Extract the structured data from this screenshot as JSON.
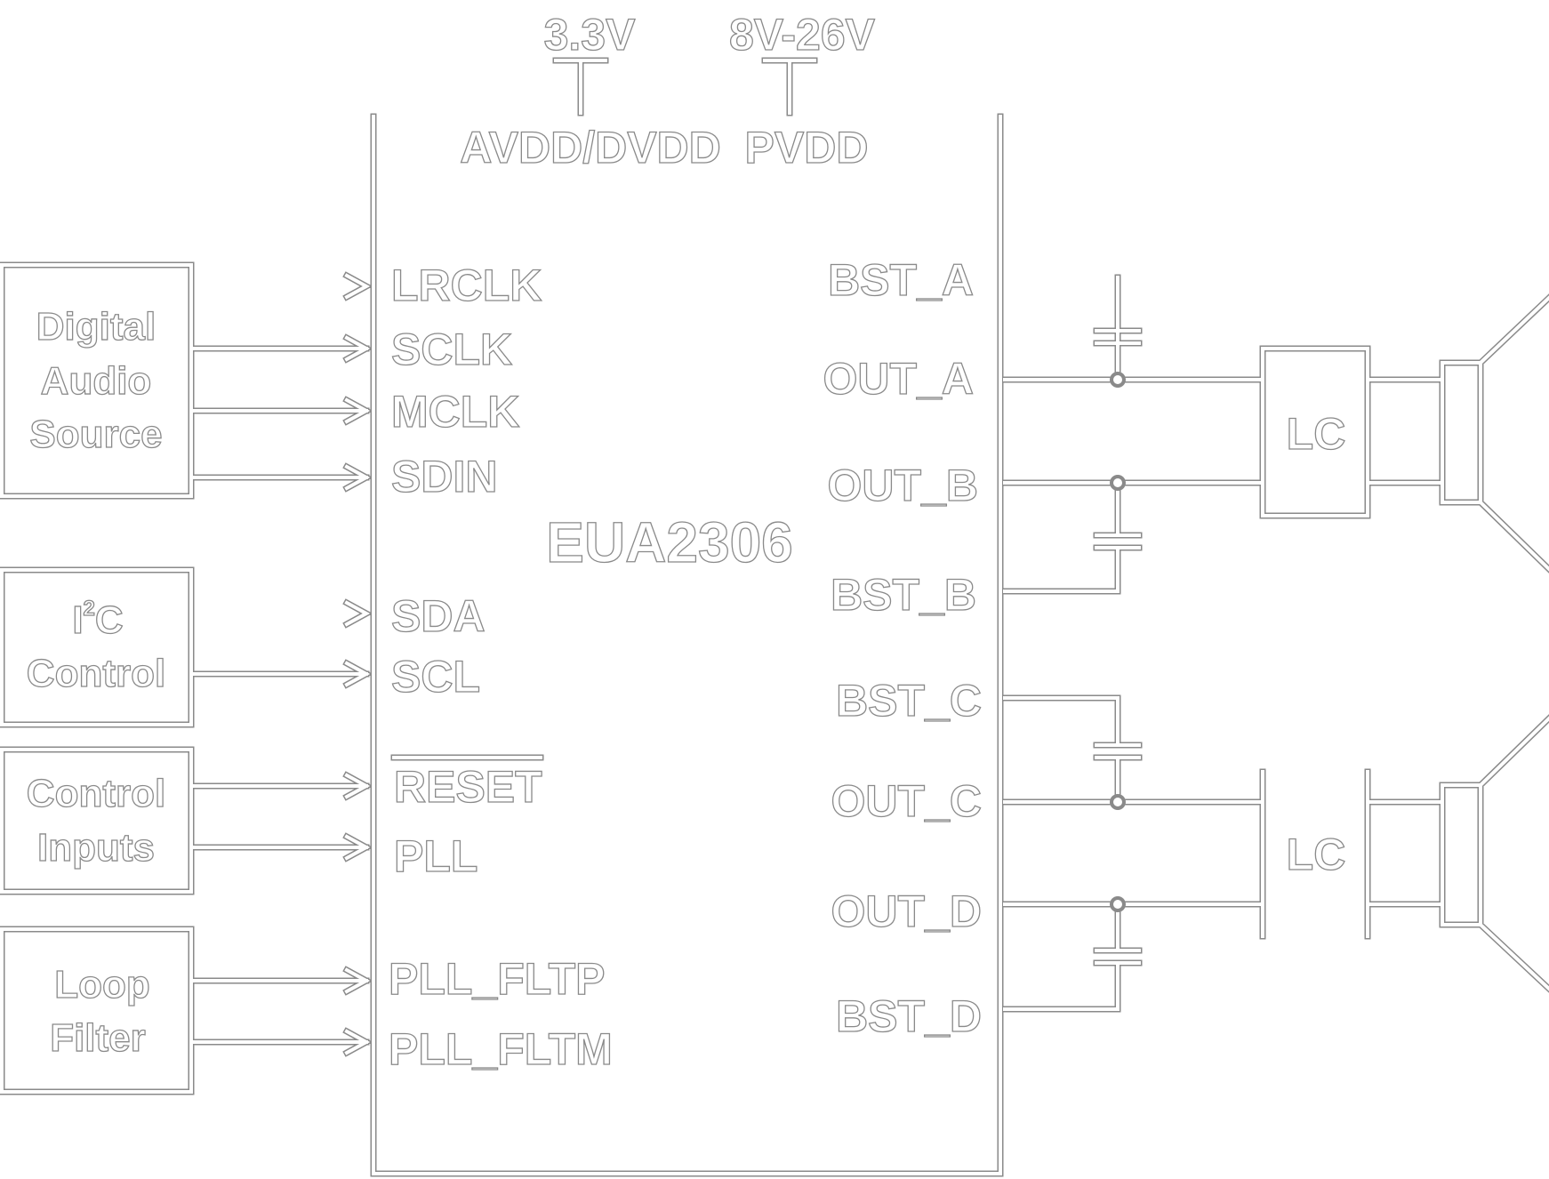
{
  "chip": {
    "name": "EUA2306",
    "supplies": [
      {
        "pin": "AVDD/DVDD",
        "voltage": "3.3V"
      },
      {
        "pin": "PVDD",
        "voltage": "8V-26V"
      }
    ],
    "left_pins": [
      "LRCLK",
      "SCLK",
      "MCLK",
      "SDIN",
      "SDA",
      "SCL",
      "RESET",
      "PLL",
      "PLL_FLTP",
      "PLL_FLTM"
    ],
    "right_pins": [
      "BST_A",
      "OUT_A",
      "OUT_B",
      "BST_B",
      "BST_C",
      "OUT_C",
      "OUT_D",
      "BST_D"
    ]
  },
  "blocks": {
    "digital_audio": [
      "Digital",
      "Audio",
      "Source"
    ],
    "i2c": {
      "main": "I",
      "sup": "2",
      "rest": "C",
      "line2": "Control"
    },
    "control_inputs": [
      "Control",
      "Inputs"
    ],
    "loop_filter": [
      "Loop",
      "Filter"
    ]
  },
  "lc_filters": [
    "LC",
    "LC"
  ]
}
